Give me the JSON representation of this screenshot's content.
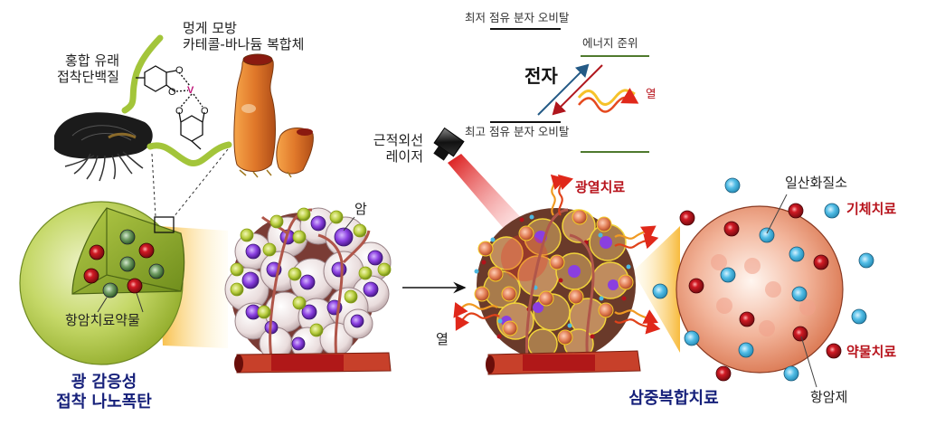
{
  "figure": {
    "top_left": {
      "mussel_protein_label_line1": "홍합 유래",
      "mussel_protein_label_line2": "접착단백질",
      "sea_squirt_label_line1": "멍게 모방",
      "sea_squirt_label_line2": "카테콜-바나듐 복합체",
      "vanadium_symbol": "V",
      "oxygen_symbol": "O"
    },
    "energy_diagram": {
      "lumo_label": "최저 점유 분자 오비탈",
      "homo_label": "최고 점유 분자 오비탈",
      "energy_level_label": "에너지 준위",
      "electron_label": "전자",
      "heat_label": "열"
    },
    "laser": {
      "label_line1": "근적외선",
      "label_line2": "레이저"
    },
    "nanobomb": {
      "drug_label": "항암치료약물",
      "title_line1": "광 감응성",
      "title_line2": "접착 나노폭탄"
    },
    "tumor": {
      "cancer_label": "암"
    },
    "treated_tumor": {
      "photothermal_label": "광열치료",
      "heat_label": "열",
      "title": "삼중복합치료"
    },
    "release_sphere": {
      "no_label": "일산화질소",
      "gas_therapy_label": "기체치료",
      "drug_therapy_label": "약물치료",
      "anticancer_label": "항암제"
    },
    "colors": {
      "navy_title": "#16207a",
      "red_label": "#b8141d",
      "nanobomb_green": "#a9c43f",
      "nitric_oxide_blue": "#4cb8e0",
      "drug_red": "#b3121b",
      "sphere_orange": "#e8875f",
      "energy_line_green": "#4f7a2e"
    }
  }
}
